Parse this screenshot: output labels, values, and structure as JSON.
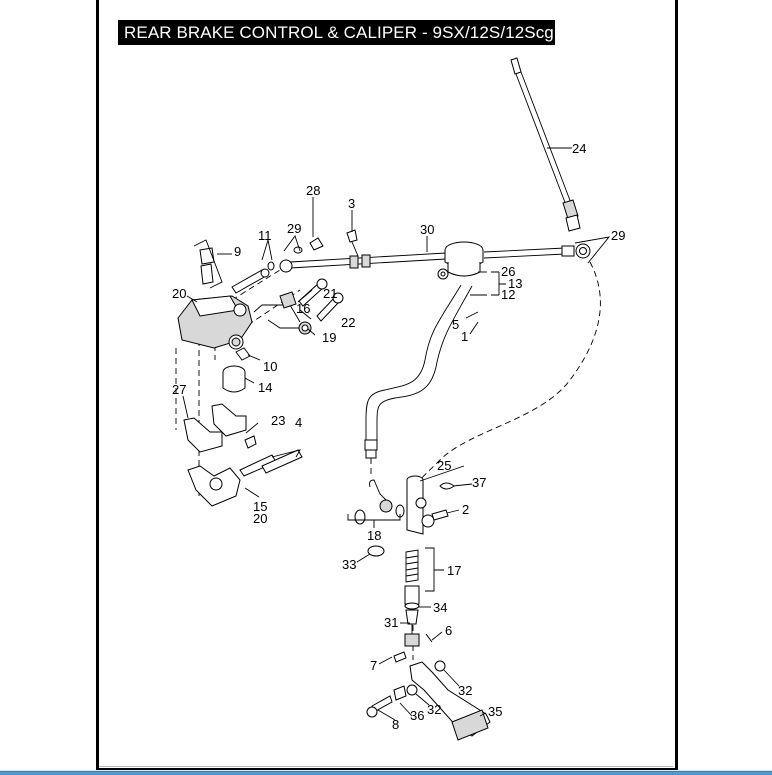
{
  "page": {
    "title": "REAR BRAKE CONTROL & CALIPER - 9SX/12S/12Scg"
  },
  "diagram": {
    "callouts": [
      {
        "id": "c1a",
        "label": "1"
      },
      {
        "id": "c2",
        "label": "2"
      },
      {
        "id": "c3",
        "label": "3"
      },
      {
        "id": "c4",
        "label": "4"
      },
      {
        "id": "c5",
        "label": "5"
      },
      {
        "id": "c6",
        "label": "6"
      },
      {
        "id": "c7",
        "label": "7"
      },
      {
        "id": "c8",
        "label": "8"
      },
      {
        "id": "c9",
        "label": "9"
      },
      {
        "id": "c10",
        "label": "10"
      },
      {
        "id": "c11",
        "label": "11"
      },
      {
        "id": "c12",
        "label": "12"
      },
      {
        "id": "c13",
        "label": "13"
      },
      {
        "id": "c14",
        "label": "14"
      },
      {
        "id": "c15",
        "label": "15"
      },
      {
        "id": "c16",
        "label": "16"
      },
      {
        "id": "c17",
        "label": "17"
      },
      {
        "id": "c18",
        "label": "18"
      },
      {
        "id": "c19",
        "label": "19"
      },
      {
        "id": "c20a",
        "label": "20"
      },
      {
        "id": "c20b",
        "label": "20"
      },
      {
        "id": "c21",
        "label": "21"
      },
      {
        "id": "c22",
        "label": "22"
      },
      {
        "id": "c23",
        "label": "23"
      },
      {
        "id": "c24",
        "label": "24"
      },
      {
        "id": "c25",
        "label": "25"
      },
      {
        "id": "c26",
        "label": "26"
      },
      {
        "id": "c27",
        "label": "27"
      },
      {
        "id": "c28",
        "label": "28"
      },
      {
        "id": "c29a",
        "label": "29"
      },
      {
        "id": "c29b",
        "label": "29"
      },
      {
        "id": "c30",
        "label": "30"
      },
      {
        "id": "c31",
        "label": "31"
      },
      {
        "id": "c32a",
        "label": "32"
      },
      {
        "id": "c32b",
        "label": "32"
      },
      {
        "id": "c33",
        "label": "33"
      },
      {
        "id": "c34",
        "label": "34"
      },
      {
        "id": "c35",
        "label": "35"
      },
      {
        "id": "c36",
        "label": "36"
      },
      {
        "id": "c37",
        "label": "37"
      }
    ]
  }
}
